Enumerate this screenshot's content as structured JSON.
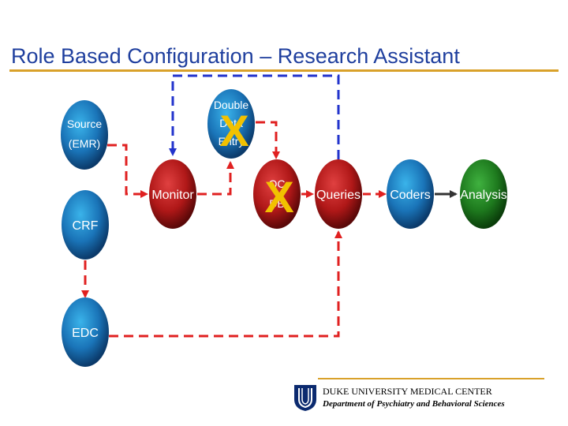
{
  "title": "Role Based Configuration – Research Assistant",
  "nodes": {
    "source": [
      "Source",
      "(EMR)"
    ],
    "crf": "CRF",
    "edc": "EDC",
    "monitor": "Monitor",
    "double": [
      "Double",
      "Data",
      "Entry"
    ],
    "qc": [
      "QC",
      "DB"
    ],
    "queries": "Queries",
    "coders": "Coders",
    "analysis": "Analysis"
  },
  "x_marks": [
    "X",
    "X"
  ],
  "footer": {
    "line1": "DUKE UNIVERSITY MEDICAL CENTER",
    "line2": "Department of Psychiatry and Behavioral Sciences"
  },
  "colors": {
    "title": "#1f3f9e",
    "rule": "#d9a12a",
    "blue_node": "#1a74b8",
    "red_node": "#b01818",
    "green_node": "#1e7a1e",
    "red_arrow": "#e02020",
    "blue_arrow": "#2233cc",
    "x_mark": "#f2c100"
  }
}
